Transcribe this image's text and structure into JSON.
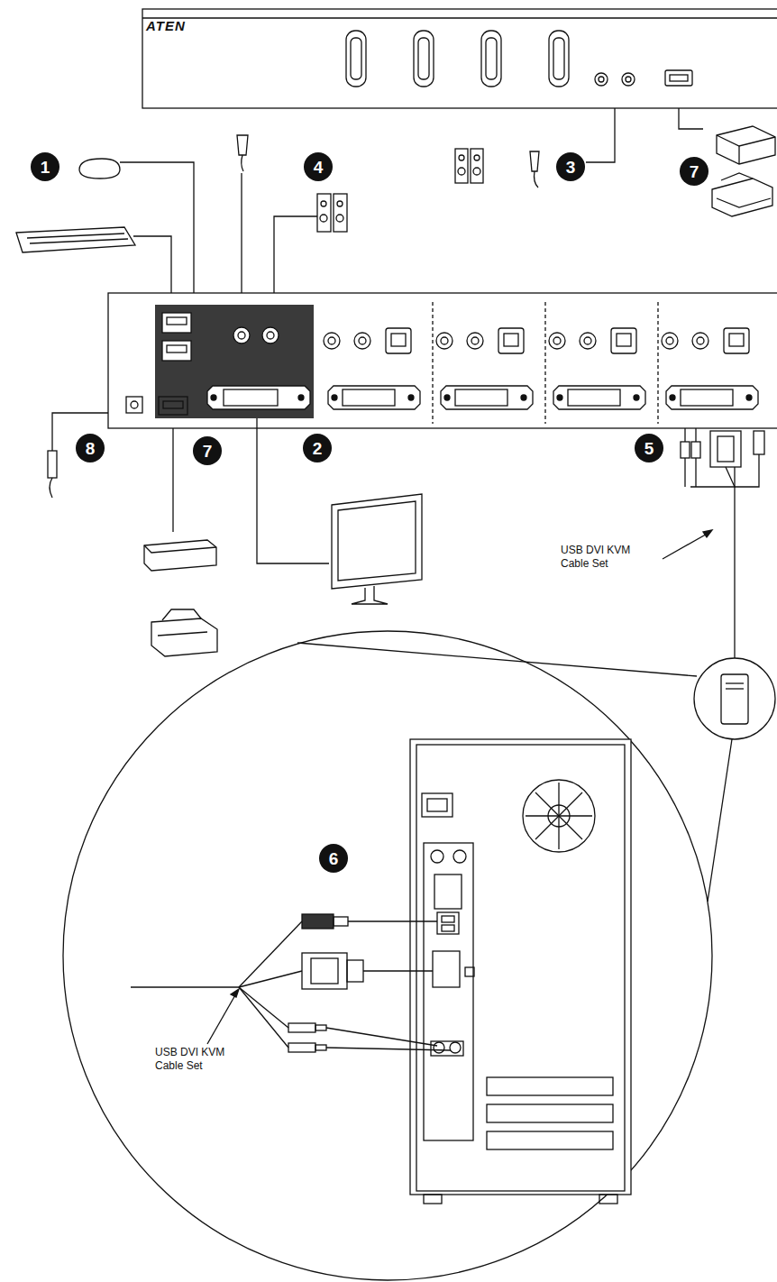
{
  "diagram": {
    "labels": [
      "ATEN",
      "1",
      "4",
      "3",
      "7",
      "2",
      "5",
      "8",
      "7",
      "USB DVI KVM Cable Set",
      "6",
      "USB DVI KVM Cable Set"
    ]
  }
}
